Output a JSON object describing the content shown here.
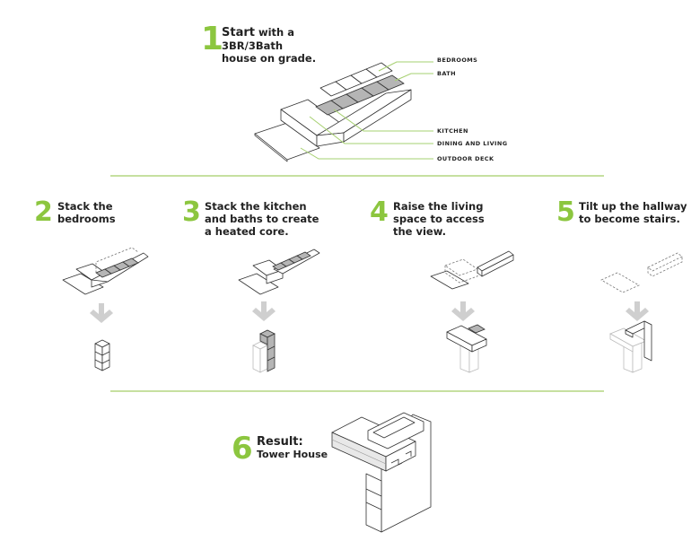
{
  "colors": {
    "accent": "#8cc63f",
    "divider": "#c6e0a0",
    "fill_gray": "#b5b5b5",
    "arrow": "#cfcfcf"
  },
  "step1": {
    "number": "1",
    "lead": "Start",
    "line1_rest": " with a",
    "line2": "3BR/3Bath",
    "line3": "house on grade.",
    "labels": {
      "bedrooms": "BEDROOMS",
      "bath": "BATH",
      "kitchen": "KITCHEN",
      "dining": "DINING AND LIVING",
      "deck": "OUTDOOR DECK"
    }
  },
  "steps": [
    {
      "number": "2",
      "lines": [
        "Stack the",
        "bedrooms"
      ]
    },
    {
      "number": "3",
      "lines": [
        "Stack the kitchen",
        "and baths to create",
        "a heated core."
      ]
    },
    {
      "number": "4",
      "lines": [
        "Raise the living",
        "space to access",
        "the view."
      ]
    },
    {
      "number": "5",
      "lines": [
        "Tilt up the hallway",
        "to become stairs."
      ]
    }
  ],
  "result": {
    "number": "6",
    "title": "Result:",
    "subtitle": "Tower House"
  }
}
